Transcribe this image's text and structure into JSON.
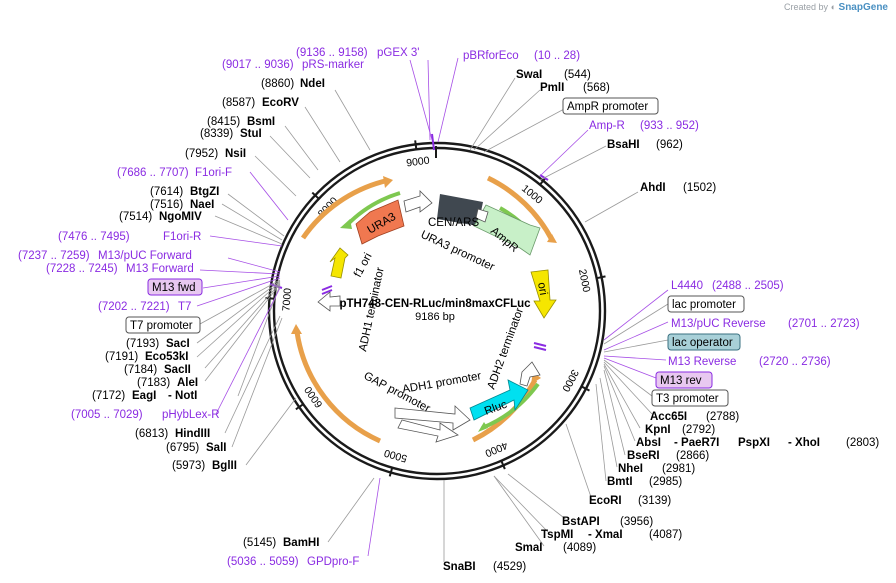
{
  "app": {
    "creator": "Created by",
    "brand": "SnapGene"
  },
  "plasmid": {
    "name": "pTH748-CEN-RLuc/min8maxCFLuc",
    "length": "9186 bp"
  },
  "ticks": [
    "1000",
    "2000",
    "3000",
    "4000",
    "5000",
    "6000",
    "7000",
    "8000",
    "9000"
  ],
  "features": {
    "cen_ars": "CEN/ARS",
    "ampr": "AmpR",
    "ampr_promoter": "AmpR promoter",
    "ori": "ori",
    "adh2_terminator": "ADH2 terminator",
    "rluc": "Rluc",
    "adh1_promoter": "ADH1 promoter",
    "gap_promoter": "GAP promoter",
    "adh1_terminator": "ADH1 terminator",
    "f1_ori": "f1 ori",
    "ura3": "URA3",
    "ura3_promoter": "URA3 promoter"
  },
  "right_sites": [
    {
      "name": "SwaI",
      "pos": "(544)"
    },
    {
      "name": "PmlI",
      "pos": "(568)"
    },
    {
      "name": "AmpR promoter",
      "pos": ""
    },
    {
      "name": "Amp-R",
      "pos": "(933 .. 952)"
    },
    {
      "name": "BsaHI",
      "pos": "(962)"
    },
    {
      "name": "AhdI",
      "pos": "(1502)"
    },
    {
      "name": "L4440",
      "pos": "(2488 .. 2505)"
    },
    {
      "name": "lac promoter",
      "pos": ""
    },
    {
      "name": "M13/pUC Reverse",
      "pos": "(2701 .. 2723)"
    },
    {
      "name": "lac operator",
      "pos": ""
    },
    {
      "name": "M13 Reverse",
      "pos": "(2720 .. 2736)"
    },
    {
      "name": "M13 rev",
      "pos": ""
    },
    {
      "name": "T3 promoter",
      "pos": ""
    },
    {
      "name": "Acc65I",
      "pos": "(2788)"
    },
    {
      "name": "KpnI",
      "pos": "(2792)"
    },
    {
      "name": "AbsI",
      "pos": "- PaeR7I"
    },
    {
      "name": "PspXI",
      "pos": "- XhoI"
    },
    {
      "name": "(2803)",
      "pos": ""
    },
    {
      "name": "BseRI",
      "pos": "(2866)"
    },
    {
      "name": "NheI",
      "pos": "(2981)"
    },
    {
      "name": "BmtI",
      "pos": "(2985)"
    },
    {
      "name": "EcoRI",
      "pos": "(3139)"
    },
    {
      "name": "BstAPI",
      "pos": "(3956)"
    },
    {
      "name": "TspMI",
      "pos": "- XmaI"
    },
    {
      "name": "(4087)",
      "pos": ""
    },
    {
      "name": "SmaI",
      "pos": "(4089)"
    },
    {
      "name": "SnaBI",
      "pos": "(4529)"
    }
  ],
  "left_sites": [
    {
      "pos": "(9136 .. 9158)",
      "name": "pGEX 3'"
    },
    {
      "pos": "(9017 .. 9036)",
      "name": "pRS-marker"
    },
    {
      "pos": "(10 .. 28)",
      "name": "pBRforEco"
    },
    {
      "pos": "(8860)",
      "name": "NdeI"
    },
    {
      "pos": "(8587)",
      "name": "EcoRV"
    },
    {
      "pos": "(8415)",
      "name": "BsmI"
    },
    {
      "pos": "(8339)",
      "name": "StuI"
    },
    {
      "pos": "(7952)",
      "name": "NsiI"
    },
    {
      "pos": "(7686 .. 7707)",
      "name": "F1ori-F"
    },
    {
      "pos": "(7614)",
      "name": "BtgZI"
    },
    {
      "pos": "(7516)",
      "name": "NaeI"
    },
    {
      "pos": "(7514)",
      "name": "NgoMIV"
    },
    {
      "pos": "(7476 .. 7495)",
      "name": "F1ori-R"
    },
    {
      "pos": "(7237 .. 7259)",
      "name": "M13/pUC Forward"
    },
    {
      "pos": "(7228 .. 7245)",
      "name": "M13 Forward"
    },
    {
      "pos": "",
      "name": "M13 fwd"
    },
    {
      "pos": "(7202 .. 7221)",
      "name": "T7"
    },
    {
      "pos": "",
      "name": "T7 promoter"
    },
    {
      "pos": "(7193)",
      "name": "SacI"
    },
    {
      "pos": "(7191)",
      "name": "Eco53kI"
    },
    {
      "pos": "(7184)",
      "name": "SacII"
    },
    {
      "pos": "(7183)",
      "name": "AleI"
    },
    {
      "pos": "(7172)",
      "name": "EagI"
    },
    {
      "pos": "- NotI",
      "name": ""
    },
    {
      "pos": "(7005 .. 7029)",
      "name": "pHybLex-R"
    },
    {
      "pos": "(6813)",
      "name": "HindIII"
    },
    {
      "pos": "(6795)",
      "name": "SalI"
    },
    {
      "pos": "(5973)",
      "name": "BglII"
    },
    {
      "pos": "(5145)",
      "name": "BamHI"
    },
    {
      "pos": "(5036 .. 5059)",
      "name": "GPDpro-F"
    }
  ],
  "colors": {
    "backbone": "#1a1a1a",
    "orange_arrow": "#e8a04a",
    "green_arrow": "#7ec850",
    "primer": "#8a2be2",
    "ura3": "#f07850",
    "ampr": "#c8f0c8",
    "ori": "#f5e600",
    "rluc": "#00e0f0",
    "cen": "#404850",
    "m13fwd_box": "#e8c8f0",
    "lacop_box": "#a8d0d8"
  }
}
